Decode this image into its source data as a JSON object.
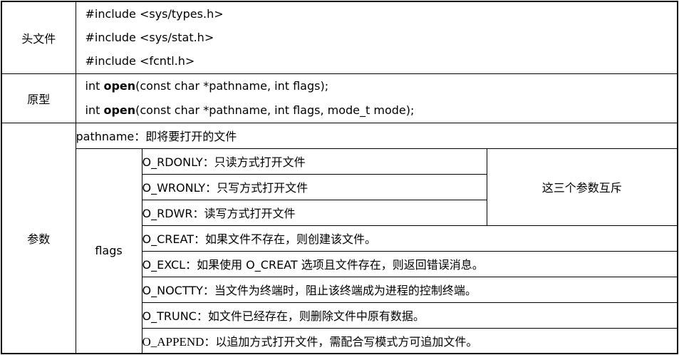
{
  "table": {
    "rows": {
      "header_files": {
        "label": "头文件",
        "includes": [
          "#include <sys/types.h>",
          "#include <sys/stat.h>",
          "#include <fcntl.h>"
        ]
      },
      "prototype": {
        "label": "原型",
        "signatures": [
          {
            "ret": "int ",
            "func": "open",
            "args": "(const char *pathname, int flags);"
          },
          {
            "ret": "int ",
            "func": "open",
            "args": "(const char *pathname, int flags, mode_t mode);"
          }
        ]
      },
      "parameters": {
        "label": "参数",
        "pathname_desc": "pathname：即将要打开的文件",
        "flags_label": "flags",
        "mutex_note": "这三个参数互斥",
        "flags": [
          {
            "name": "O_RDONLY",
            "desc": "：只读方式打开文件"
          },
          {
            "name": "O_WRONLY",
            "desc": "：只写方式打开文件"
          },
          {
            "name": "O_RDWR",
            "desc": "：读写方式打开文件"
          },
          {
            "name": "O_CREAT",
            "desc": "：如果文件不存在，则创建该文件。"
          },
          {
            "name": "O_EXCL",
            "desc": "：如果使用 O_CREAT 选项且文件存在，则返回错误消息。"
          },
          {
            "name": "O_NOCTTY",
            "desc": "：当文件为终端时，阻止该终端成为进程的控制终端。"
          },
          {
            "name": "O_TRUNC",
            "desc": "：如文件已经存在，则删除文件中原有数据。"
          },
          {
            "name": "O_APPEND",
            "desc": "：以追加方式打开文件，需配合写模式方可追加文件。"
          }
        ]
      }
    }
  }
}
